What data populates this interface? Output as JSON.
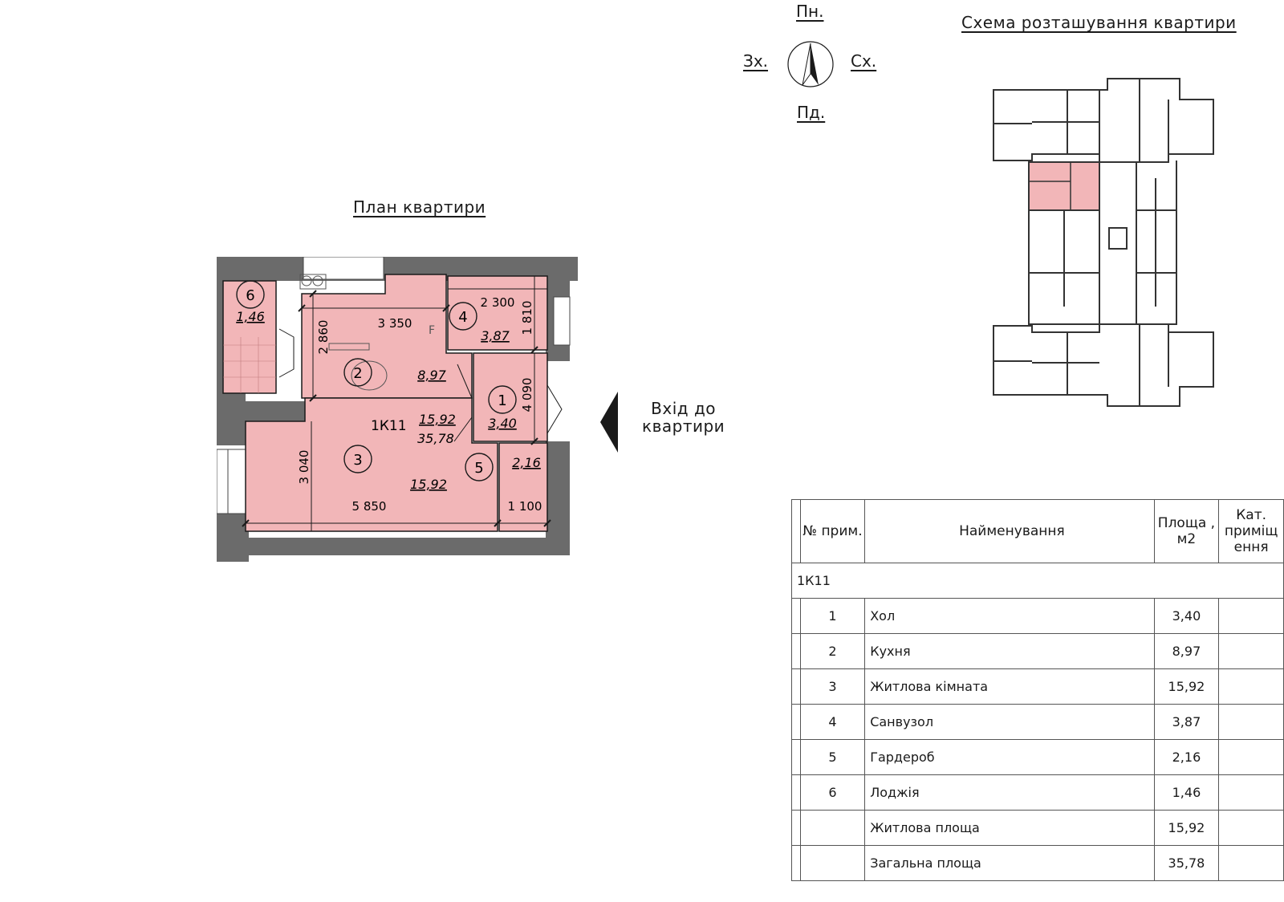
{
  "compass": {
    "north": "Пн.",
    "south": "Пд.",
    "west": "Зх.",
    "east": "Сх."
  },
  "scheme_title": "Схема розташування квартири",
  "plan_title": "План квартири",
  "entrance_label_line1": "Вхід до",
  "entrance_label_line2": "квартири",
  "apartment": {
    "code": "1К11",
    "living_area": "15,92",
    "total_area": "35,78"
  },
  "plan_labels": {
    "room1_num": "1",
    "room1_area": "3,40",
    "room2_num": "2",
    "room2_area": "8,97",
    "room3_num": "3",
    "room3_area": "15,92",
    "room4_num": "4",
    "room4_area": "3,87",
    "room5_num": "5",
    "room5_area": "2,16",
    "room6_num": "6",
    "room6_area": "1,46",
    "dim_3350": "3 350",
    "dim_2860": "2 860",
    "dim_2300": "2 300",
    "dim_1810": "1 810",
    "dim_4090": "4 090",
    "dim_3040": "3 040",
    "dim_5850": "5 850",
    "dim_1100": "1 100",
    "fridge_mark": "F"
  },
  "table": {
    "headers": {
      "num": "№ прим.",
      "name": "Найменування",
      "area": "Площа , м2",
      "cat": "Кат. приміщ ення"
    },
    "group": "1К11",
    "rows": [
      {
        "num": "1",
        "name": "Хол",
        "area": "3,40",
        "cat": ""
      },
      {
        "num": "2",
        "name": "Кухня",
        "area": "8,97",
        "cat": ""
      },
      {
        "num": "3",
        "name": "Житлова кімната",
        "area": "15,92",
        "cat": ""
      },
      {
        "num": "4",
        "name": "Санвузол",
        "area": "3,87",
        "cat": ""
      },
      {
        "num": "5",
        "name": "Гардероб",
        "area": "2,16",
        "cat": ""
      },
      {
        "num": "6",
        "name": "Лоджія",
        "area": "1,46",
        "cat": ""
      }
    ],
    "living_label": "Житлова площа",
    "living_value": "15,92",
    "total_label": "Загальна площа",
    "total_value": "35,78"
  },
  "colors": {
    "highlight": "#f2b6b8",
    "wall": "#6b6b6b",
    "line": "#1a1a1a"
  }
}
